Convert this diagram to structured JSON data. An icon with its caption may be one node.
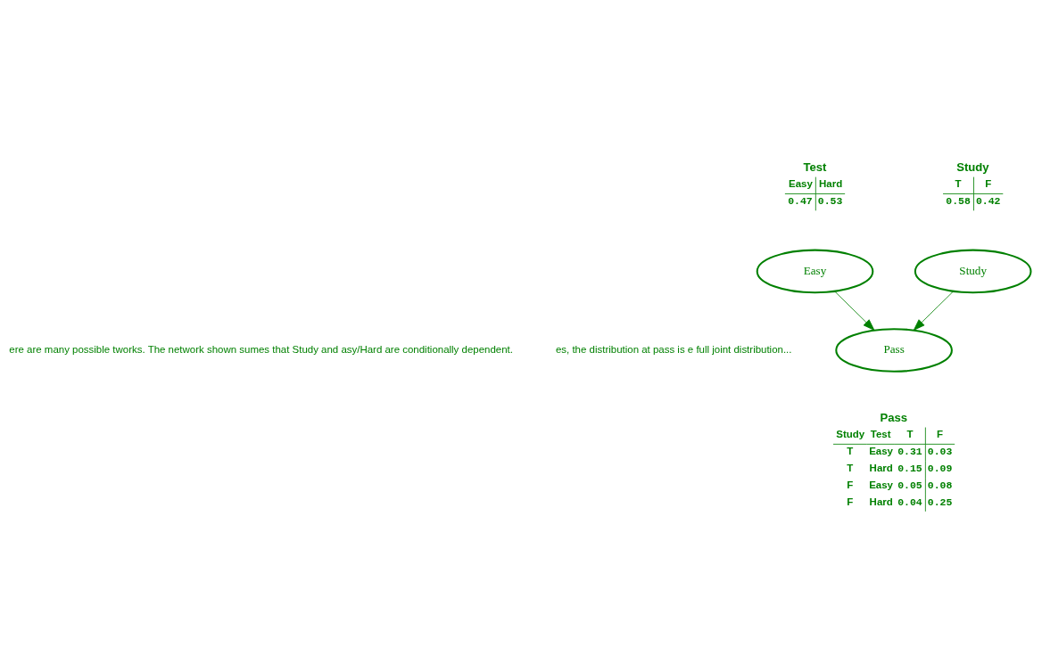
{
  "diagram": {
    "nodes": [
      {
        "text": [
          "Study"
        ]
      },
      {
        "text": [
          "Easy"
        ]
      },
      {
        "text": [
          "Pass"
        ]
      }
    ],
    "edges": [
      {
        "from": 0,
        "to": 2,
        "arrow": "to"
      },
      {
        "from": 1,
        "to": 2,
        "arrow": "to"
      }
    ],
    "labels": [
      "Study",
      "T",
      "F",
      "0.58",
      "0.42",
      "Test",
      "Easy",
      "Hard",
      "0.47",
      "0.53",
      "ere are many possible tworks. The network shown sumes that Study and asy/Hard are conditionally dependent.",
      "es, the distribution at pass is e full joint distribution...",
      "Pass",
      "Study",
      "Test",
      "T",
      "F",
      "T",
      "Easy",
      "0.31",
      "0.03",
      "T",
      "Hard",
      "0.15",
      "0.09",
      "F",
      "Easy",
      "0.05",
      "0.08",
      "F",
      "Hard",
      "0.04",
      "0.25"
    ]
  }
}
